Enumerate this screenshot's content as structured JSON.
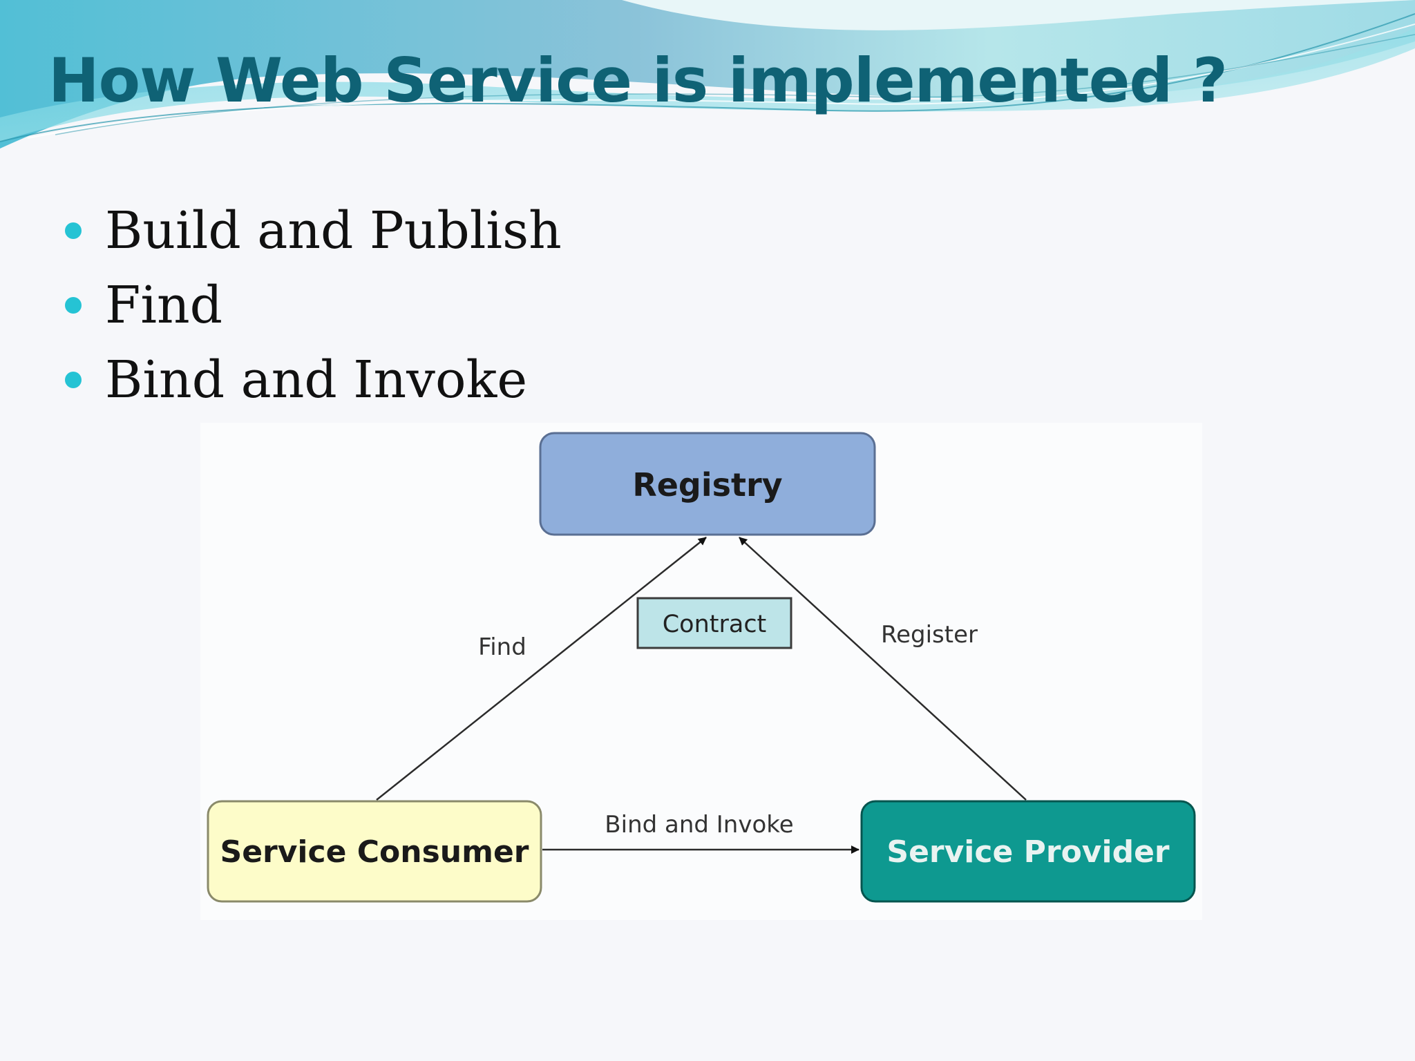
{
  "slide": {
    "title": "How Web Service is implemented ?",
    "bullets": [
      "Build and Publish",
      "Find",
      "Bind and Invoke"
    ]
  },
  "diagram": {
    "nodes": {
      "registry": "Registry",
      "contract": "Contract",
      "consumer": "Service Consumer",
      "provider": "Service Provider"
    },
    "edges": {
      "find": "Find",
      "register": "Register",
      "bind_invoke": "Bind and Invoke"
    },
    "colors": {
      "registry_fill": "#8faedb",
      "contract_fill": "#bde4e8",
      "consumer_fill": "#fdfcc9",
      "provider_fill": "#0e9990",
      "title": "#0f6275",
      "bullet": "#25c3d4"
    }
  }
}
